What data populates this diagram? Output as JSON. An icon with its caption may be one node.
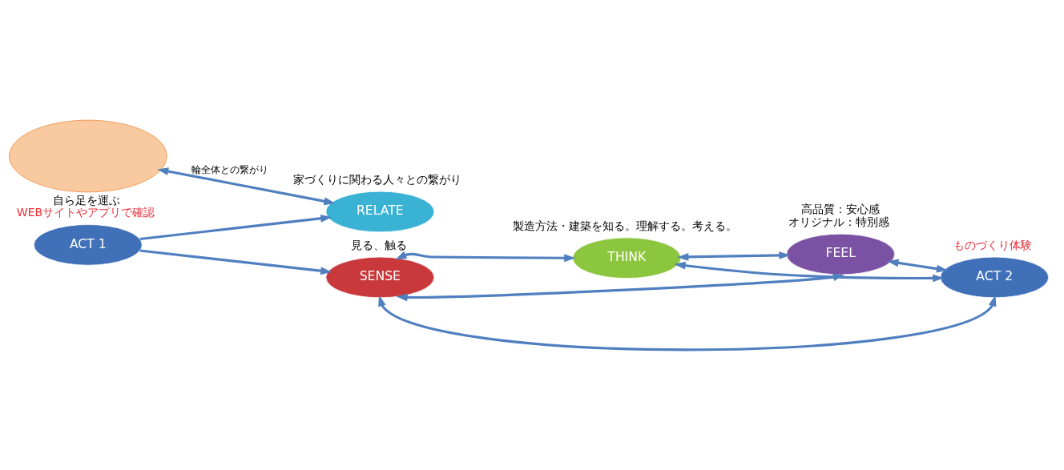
{
  "diagram": {
    "nodes": [
      {
        "text": [],
        "shape": "ellipse"
      },
      {
        "text": [
          "THINK"
        ],
        "beside": [
          "製造方法・建築を知る。理解する。考える。"
        ]
      },
      {
        "text": [
          "SENSE"
        ],
        "beside": [
          "見る、触る"
        ]
      },
      {
        "text": [
          "FEEL"
        ],
        "beside": [
          "高品質：安心感",
          "オリジナル：特別感"
        ]
      },
      {
        "text": [
          "ACT 1"
        ],
        "beside": [
          "自ら足を運ぶ",
          "WEBサイトやアプリで確認"
        ]
      },
      {
        "text": [
          "ACT 2"
        ],
        "beside": [
          "ものづくり体験"
        ]
      },
      {
        "text": [
          "RELATE"
        ],
        "beside": [
          "家づくりに関わる人々との繋がり"
        ]
      }
    ],
    "edges": [
      {
        "from": 4,
        "to": 2,
        "arrow": "to"
      },
      {
        "from": 4,
        "to": 6,
        "arrow": "to"
      },
      {
        "from": 2,
        "to": 1,
        "arrow": "both"
      },
      {
        "from": 1,
        "to": 3,
        "arrow": "both"
      },
      {
        "from": 2,
        "to": 3,
        "arrow": "both"
      },
      {
        "from": 1,
        "to": 5,
        "arrow": "both"
      },
      {
        "from": 2,
        "to": 5,
        "arrow": "both"
      },
      {
        "from": 3,
        "to": 5,
        "arrow": "both"
      },
      {
        "from": 6,
        "to": 0,
        "arrow": "both",
        "label": "輪全体との繋がり"
      }
    ]
  }
}
